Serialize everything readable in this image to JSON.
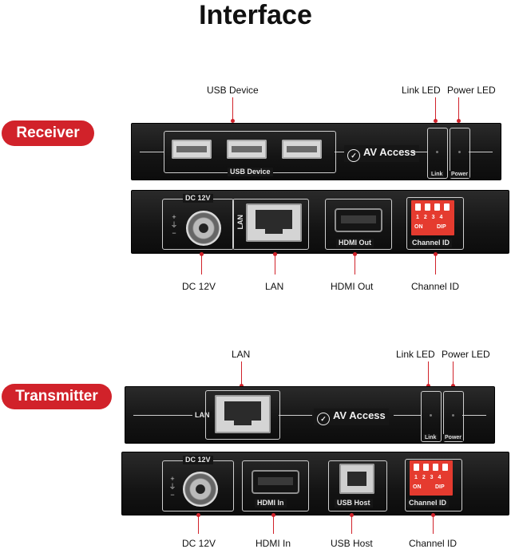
{
  "title": "Interface",
  "brand": {
    "name": "AV Access",
    "icon": "av-access-logo-icon"
  },
  "accent_color": "#d1222a",
  "receiver": {
    "badge": "Receiver",
    "front": {
      "callouts": {
        "usb_device": "USB Device",
        "link_led": "Link LED",
        "power_led": "Power LED"
      },
      "labels": {
        "usb_device": "USB Device",
        "link": "Link",
        "power": "Power"
      }
    },
    "rear": {
      "labels": {
        "dc": "DC 12V",
        "lan": "LAN",
        "hdmi": "HDMI Out",
        "channel": "Channel ID"
      },
      "dip": {
        "numbers": "1 2 3 4",
        "on": "ON",
        "dip": "DIP"
      },
      "callouts": {
        "dc": "DC 12V",
        "lan": "LAN",
        "hdmi": "HDMI Out",
        "channel": "Channel ID"
      }
    }
  },
  "transmitter": {
    "badge": "Transmitter",
    "front": {
      "callouts": {
        "lan": "LAN",
        "link_led": "Link LED",
        "power_led": "Power LED"
      },
      "labels": {
        "lan": "LAN",
        "link": "Link",
        "power": "Power"
      }
    },
    "rear": {
      "labels": {
        "dc": "DC 12V",
        "hdmi": "HDMI In",
        "usb": "USB Host",
        "channel": "Channel ID"
      },
      "dip": {
        "numbers": "1 2 3 4",
        "on": "ON",
        "dip": "DIP"
      },
      "callouts": {
        "dc": "DC 12V",
        "hdmi": "HDMI In",
        "usb": "USB Host",
        "channel": "Channel ID"
      }
    }
  }
}
